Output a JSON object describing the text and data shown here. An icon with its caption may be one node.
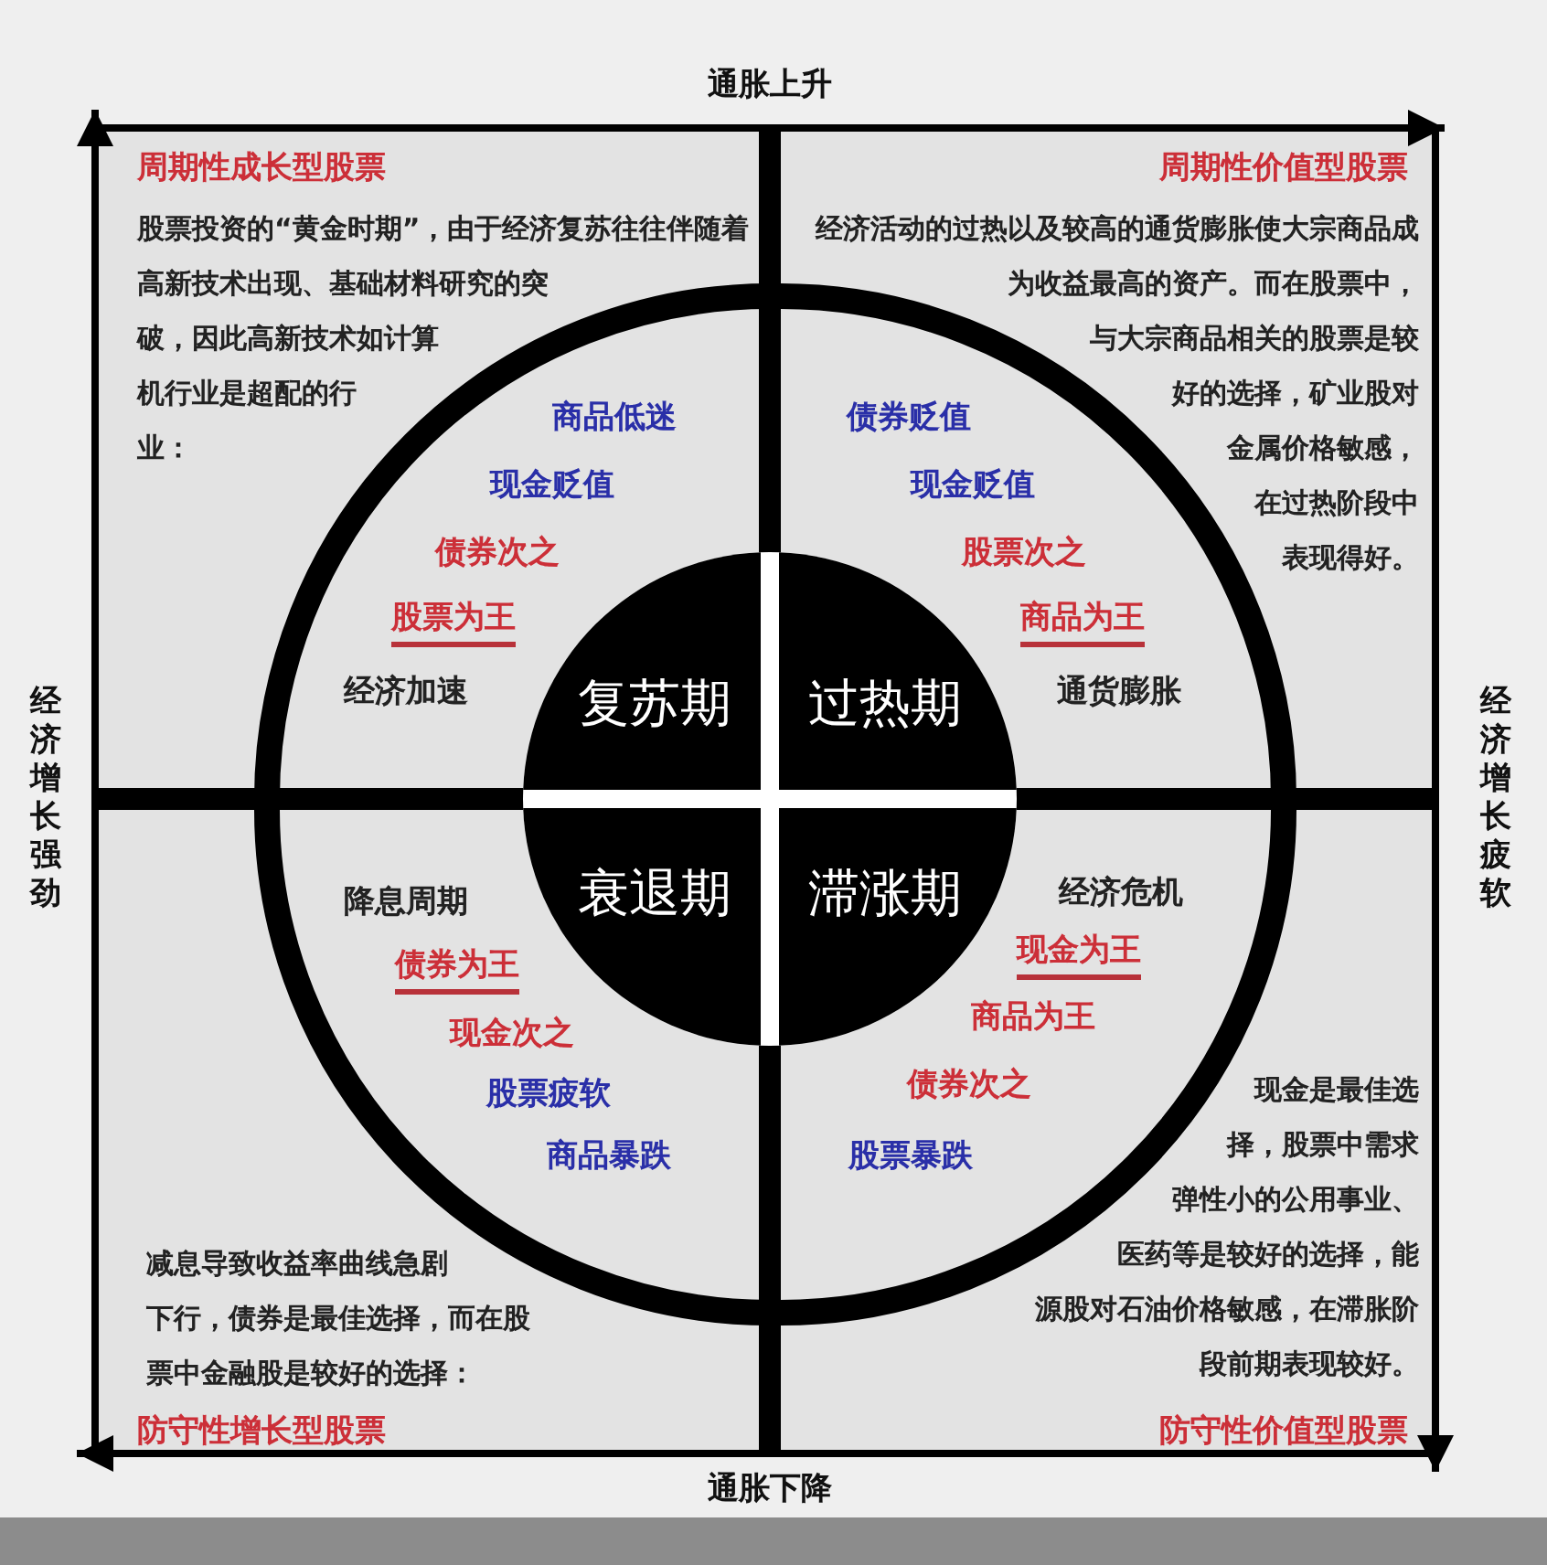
{
  "diagram": {
    "nodes": [
      {
        "text": [
          "周期性成长型股票",
          "股票投资的“黄金时期”，由于经济复苏往往伴随着高新技术出现、基础材料研究的突破，因此高新技术如计算机行业是超配的行业："
        ]
      },
      {
        "text": [
          "复苏期"
        ],
        "in": 0
      },
      {
        "text": [
          "周期性价值型股票",
          "经济活动的过热以及较高的通货膨胀使大宗商品成为收益最高的资产。而在股票中，与大宗商品相关的股票是较好的选择，矿业股对金属价格敏感，在过热阶段中表现得好。"
        ]
      },
      {
        "text": [
          "过热期"
        ],
        "in": 2
      },
      {
        "text": [
          "减息导致收益率曲线急剧下行，债券是最佳选择，而在股票中金融股是较好的选择：",
          "防守性增长型股票"
        ]
      },
      {
        "text": [
          "衰退期"
        ],
        "in": 4
      },
      {
        "text": [
          "现金是最佳选择，股票中需求弹性小的公用事业、医药等是较好的选择，能源股对石油价格敏感，在滞胀阶段前期表现较好。",
          "防守性价值型股票"
        ]
      },
      {
        "text": [
          "滞涨期"
        ],
        "in": 6
      }
    ],
    "labels": [
      "通胀上升",
      "经济增长强劲",
      "经济增长疲软",
      "商品低迷",
      "现金贬值",
      "债券次之",
      "股票为王",
      "经济加速",
      "债券贬值",
      "现金贬值",
      "股票次之",
      "商品为王",
      "通货膨胀",
      "降息周期",
      "债券为王",
      "现金次之",
      "股票疲软",
      "商品暴跌",
      "经济危机",
      "现金为王",
      "商品为王",
      "债券次之",
      "股票暴跌",
      "通胀下降"
    ]
  }
}
